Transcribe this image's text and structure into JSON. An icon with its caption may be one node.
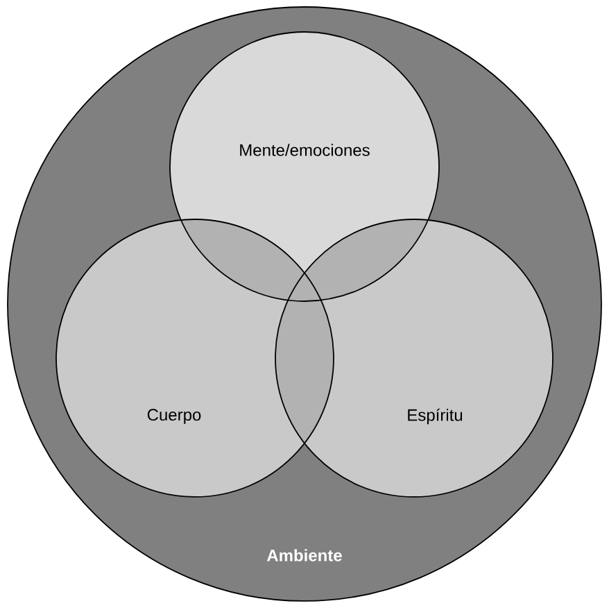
{
  "diagram": {
    "nodes": [
      {
        "text": [
          "Ambiente"
        ]
      },
      {
        "text": [
          "Mente/emociones"
        ],
        "in": 0
      },
      {
        "text": [
          "Cuerpo"
        ],
        "in": 0
      },
      {
        "text": [
          "Espíritu"
        ],
        "in": 0
      }
    ]
  }
}
